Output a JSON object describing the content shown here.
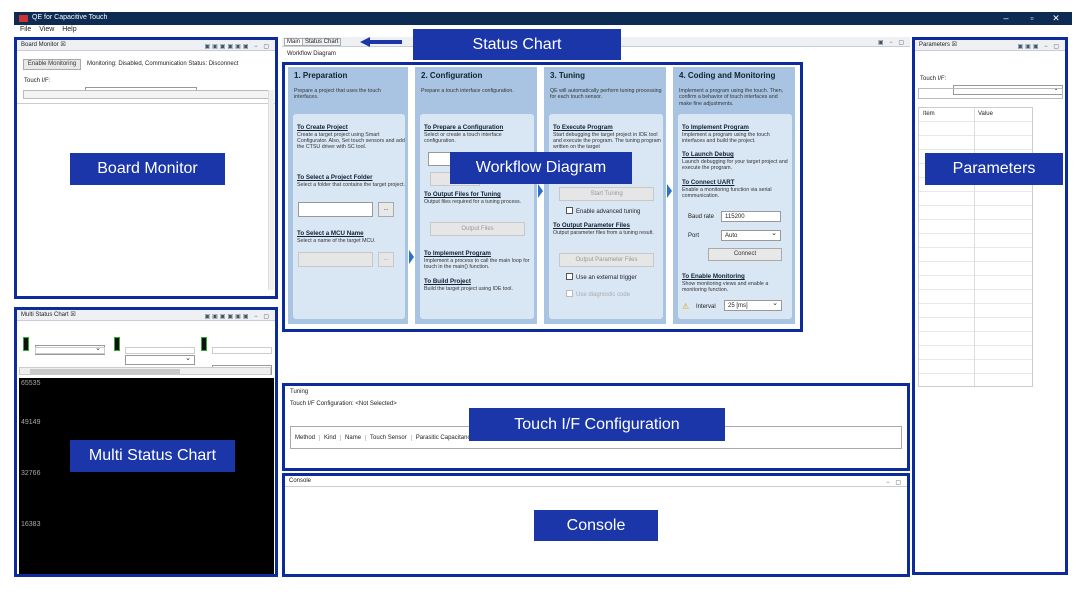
{
  "window": {
    "title": "QE for Capacitive Touch",
    "minimize": "–",
    "maximize": "▫",
    "close": "✕"
  },
  "menu": [
    "File",
    "View",
    "Help"
  ],
  "labels": {
    "status_chart": "Status Chart",
    "board_monitor": "Board Monitor",
    "workflow_diagram": "Workflow Diagram",
    "parameters": "Parameters",
    "multi_status_chart": "Multi Status Chart",
    "touch_if_config": "Touch I/F Configuration",
    "console": "Console"
  },
  "board_monitor": {
    "tab": "Board Monitor ☒",
    "enable_button": "Enable Monitoring",
    "status": "Monitoring: Disabled, Communication Status: Disconnect",
    "touch_if_label": "Touch I/F:"
  },
  "main_tabs": {
    "tab_main": "Main",
    "tab_status_chart": "Status Chart",
    "subtitle": "Workflow Diagram"
  },
  "workflow": {
    "col1": {
      "title": "1. Preparation",
      "desc": "Prepare a project that uses the touch interfaces.",
      "s1_title": "To Create Project",
      "s1_desc": "Create a target project using Smart Configurator. Also, Set touch sensors and add the CTSU driver with SC tool.",
      "s2_title": "To Select a Project Folder",
      "s2_desc": "Select a folder that contains the target project.",
      "browse": "...",
      "s3_title": "To Select a MCU Name",
      "s3_desc": "Select a name of the target MCU.",
      "browse2": "..."
    },
    "col2": {
      "title": "2. Configuration",
      "desc": "Prepare a touch interface configuration.",
      "s1_title": "To Prepare a Configuration",
      "s1_desc": "Select or create a touch interface configuration.",
      "s2_title": "To Output Files for Tuning",
      "s2_desc": "Output files required for a tuning process.",
      "output_btn": "Output Files",
      "s3_title": "To Implement Program",
      "s3_desc": "Implement a process to call the main loop for touch in the main() function.",
      "s4_title": "To Build Project",
      "s4_desc": "Build the target project using IDE tool."
    },
    "col3": {
      "title": "3. Tuning",
      "desc": "QE will automatically perform tuning processing for each touch sensor.",
      "s1_title": "To Execute Program",
      "s1_desc": "Start debugging the target project in IDE tool and execute the program. The tuning program written on the target",
      "start_btn": "Start Tuning",
      "adv": "Enable advanced tuning",
      "s2_title": "To Output Parameter Files",
      "s2_desc": "Output parameter files from a tuning result.",
      "out_param_btn": "Output Parameter Files",
      "ext_trig": "Use an external trigger",
      "diag": "Use diagnostic code"
    },
    "col4": {
      "title": "4. Coding and Monitoring",
      "desc": "Implement a program using the touch. Then, confirm a behavior of touch interfaces and make fine adjustments.",
      "s1_title": "To Implement Program",
      "s1_desc": "Implement a program using the touch interfaces and build the project.",
      "s2_title": "To Launch Debug",
      "s2_desc": "Launch debugging for your target project and execute the program.",
      "s3_title": "To Connect UART",
      "s3_desc": "Enable a monitoring function via serial communication.",
      "baud_label": "Baud rate",
      "baud_value": "115200",
      "port_label": "Port",
      "port_value": "Auto",
      "connect_btn": "Connect",
      "s4_title": "To Enable Monitoring",
      "s4_desc": "Show monitoring views and enable a monitoring function.",
      "interval_label": "Interval",
      "interval_value": "25 [ms]"
    }
  },
  "parameters": {
    "tab": "Parameters ☒",
    "touch_if_label": "Touch I/F:",
    "col_item": "Item",
    "col_value": "Value"
  },
  "multi_status": {
    "tab": "Multi Status Chart ☒",
    "ticks": [
      "65535",
      "49149",
      "32766",
      "16383"
    ]
  },
  "tuning": {
    "title": "Tuning",
    "config": "Touch I/F Configuration: <Not Selected>",
    "columns": [
      "Method",
      "Kind",
      "Name",
      "Touch Sensor",
      "Parasitic Capacitance"
    ]
  },
  "console": {
    "tab": "Console"
  }
}
